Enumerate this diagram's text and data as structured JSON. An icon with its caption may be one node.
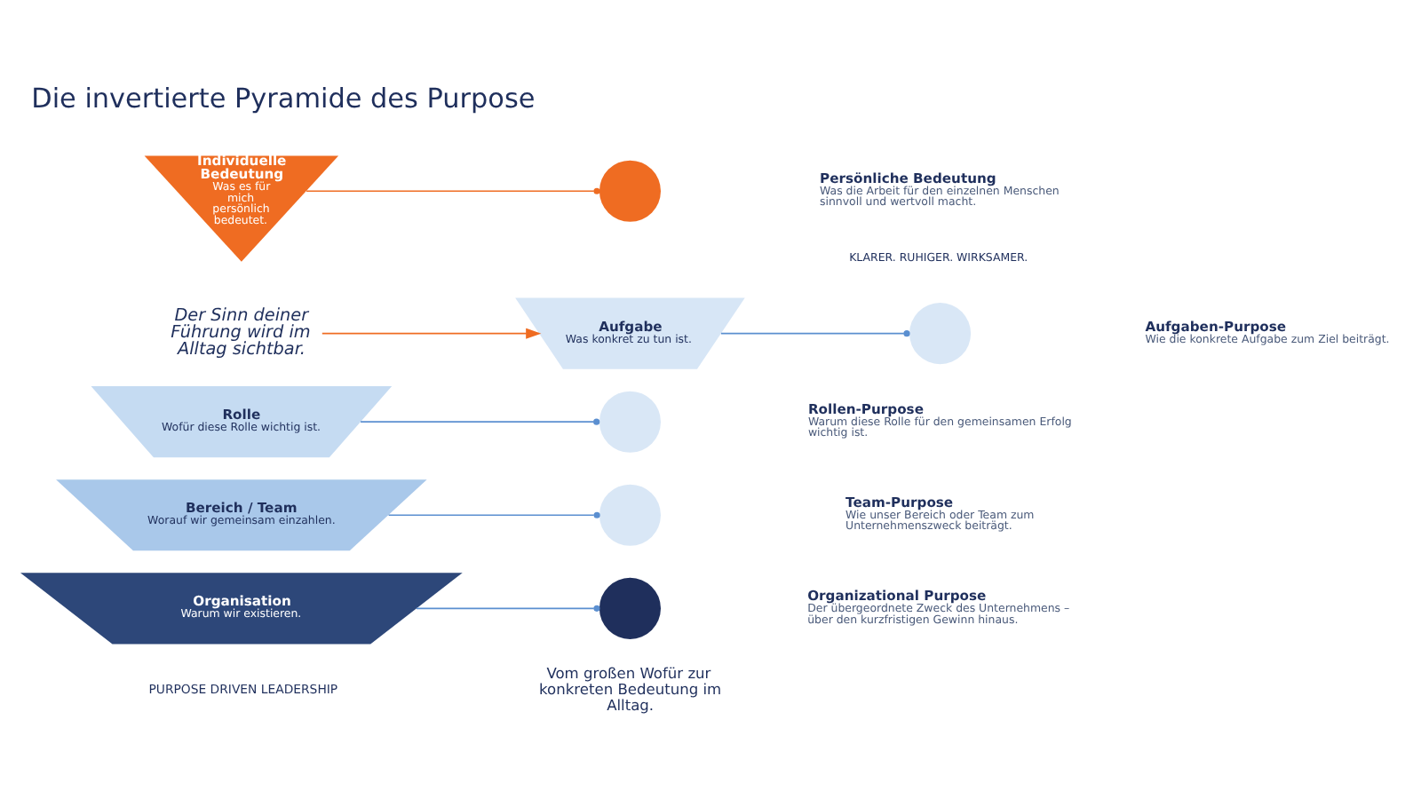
{
  "diagram": {
    "title": "Die invertierte Pyramide des Purpose",
    "nodes": [
      {
        "text": [
          "Organisation",
          "Warum wir existieren."
        ]
      },
      {
        "text": [
          "Bereich / Team",
          "Worauf wir gemeinsam einzahlen."
        ]
      },
      {
        "text": [
          "Rolle",
          "Wofür diese Rolle wichtig ist."
        ]
      },
      {
        "text": [
          "Aufgabe",
          "Was konkret zu tun ist."
        ]
      },
      {
        "text": [
          "Individuelle Bedeutung",
          "Was es für mich persönlich bedeutet."
        ]
      },
      {
        "text": [],
        "shape": "circle",
        "beside": [
          "Organizational Purpose",
          "Der übergeordnete Zweck des Unternehmens – über den kurzfristigen Gewinn hinaus."
        ]
      },
      {
        "text": [],
        "shape": "circle",
        "beside": [
          "Team-Purpose",
          "Wie unser Bereich oder Team zum Unternehmenszweck beiträgt."
        ]
      },
      {
        "text": [],
        "shape": "circle",
        "beside": [
          "Rollen-Purpose",
          "Warum diese Rolle für den gemeinsamen Erfolg wichtig ist."
        ]
      },
      {
        "text": [],
        "shape": "circle",
        "beside": [
          "Aufgaben-Purpose",
          "Wie die konkrete Aufgabe zum Ziel beiträgt."
        ]
      },
      {
        "text": [],
        "shape": "circle",
        "beside": [
          "Persönliche Bedeutung",
          "Was die Arbeit für den einzelnen Menschen sinnvoll und wertvoll macht."
        ]
      },
      {
        "text": [
          "Der Sinn deiner Führung wird im Alltag sichtbar."
        ]
      }
    ],
    "edges": [
      {
        "from": 0,
        "to": 5,
        "arrow": "other"
      },
      {
        "from": 1,
        "to": 6,
        "arrow": "other"
      },
      {
        "from": 2,
        "to": 7,
        "arrow": "other"
      },
      {
        "from": 3,
        "to": 8,
        "arrow": "other"
      },
      {
        "from": 4,
        "to": 9,
        "arrow": "other",
        "color": "#ef6c22"
      },
      {
        "from": 10,
        "to": 3,
        "arrow": "to",
        "color": "#ef6c22"
      }
    ],
    "labels": [
      "PURPOSE DRIVEN LEADERSHIP",
      "Vom großen Wofür zur konkreten Bedeutung im Alltag.",
      "KLARER. RUHIGER. WIRKSAMER."
    ]
  }
}
